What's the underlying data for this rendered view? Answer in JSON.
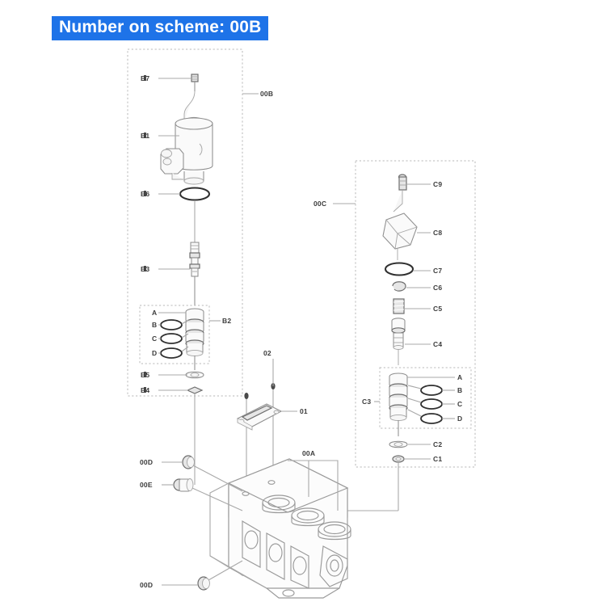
{
  "page": {
    "title": "Number on scheme: 00B",
    "banner_bg": "#1e73e8",
    "banner_fg": "#ffffff",
    "background": "#ffffff",
    "line_color": "#8e8e8e",
    "dash_color": "#b9b9b9"
  },
  "groups": {
    "left_assembly": {
      "callout": "00B",
      "sub_group": "B2"
    },
    "right_assembly": {
      "callout": "00C",
      "sub_group": "C3"
    }
  },
  "labels": {
    "b7": "B7",
    "b1": "B1",
    "b6": "B6",
    "b3": "B3",
    "b2": "B2",
    "b5": "B5",
    "b4": "B4",
    "b2_a": "A",
    "b2_b": "B",
    "b2_c": "C",
    "b2_d": "D",
    "c9": "C9",
    "c8": "C8",
    "c7": "C7",
    "c6": "C6",
    "c5": "C5",
    "c4": "C4",
    "c3": "C3",
    "c3_a": "A",
    "c3_b": "B",
    "c3_c": "C",
    "c3_d": "D",
    "c2": "C2",
    "c1": "C1",
    "group_00b": "00B",
    "group_00c": "00C",
    "item_01": "01",
    "item_02": "02",
    "item_00a": "00A",
    "item_00d_top": "00D",
    "item_00e": "00E",
    "item_00d_bottom": "00D"
  },
  "parts_list": [
    {
      "ref": "B7",
      "group": "00B",
      "type": "screw"
    },
    {
      "ref": "B1",
      "group": "00B",
      "type": "solenoid-coil"
    },
    {
      "ref": "B6",
      "group": "00B",
      "type": "o-ring"
    },
    {
      "ref": "B3",
      "group": "00B",
      "type": "push-rod"
    },
    {
      "ref": "B2",
      "group": "00B",
      "type": "valve-cartridge"
    },
    {
      "ref": "A",
      "group": "B2",
      "type": "spool"
    },
    {
      "ref": "B",
      "group": "B2",
      "type": "o-ring"
    },
    {
      "ref": "C",
      "group": "B2",
      "type": "o-ring"
    },
    {
      "ref": "D",
      "group": "B2",
      "type": "o-ring"
    },
    {
      "ref": "B5",
      "group": "00B",
      "type": "washer"
    },
    {
      "ref": "B4",
      "group": "00B",
      "type": "seal"
    },
    {
      "ref": "C9",
      "group": "00C",
      "type": "screw"
    },
    {
      "ref": "C8",
      "group": "00C",
      "type": "cover"
    },
    {
      "ref": "C7",
      "group": "00C",
      "type": "o-ring"
    },
    {
      "ref": "C6",
      "group": "00C",
      "type": "retainer"
    },
    {
      "ref": "C5",
      "group": "00C",
      "type": "spring"
    },
    {
      "ref": "C4",
      "group": "00C",
      "type": "plunger"
    },
    {
      "ref": "C3",
      "group": "00C",
      "type": "valve-cartridge"
    },
    {
      "ref": "A",
      "group": "C3",
      "type": "spool"
    },
    {
      "ref": "B",
      "group": "C3",
      "type": "o-ring"
    },
    {
      "ref": "C",
      "group": "C3",
      "type": "o-ring"
    },
    {
      "ref": "D",
      "group": "C3",
      "type": "o-ring"
    },
    {
      "ref": "C2",
      "group": "00C",
      "type": "washer"
    },
    {
      "ref": "C1",
      "group": "00C",
      "type": "seal"
    },
    {
      "ref": "01",
      "group": "main",
      "type": "bracket-plate"
    },
    {
      "ref": "02",
      "group": "main",
      "type": "bolt"
    },
    {
      "ref": "00A",
      "group": "main",
      "type": "valve-body"
    },
    {
      "ref": "00D",
      "group": "main",
      "type": "plug"
    },
    {
      "ref": "00E",
      "group": "main",
      "type": "fitting"
    }
  ]
}
